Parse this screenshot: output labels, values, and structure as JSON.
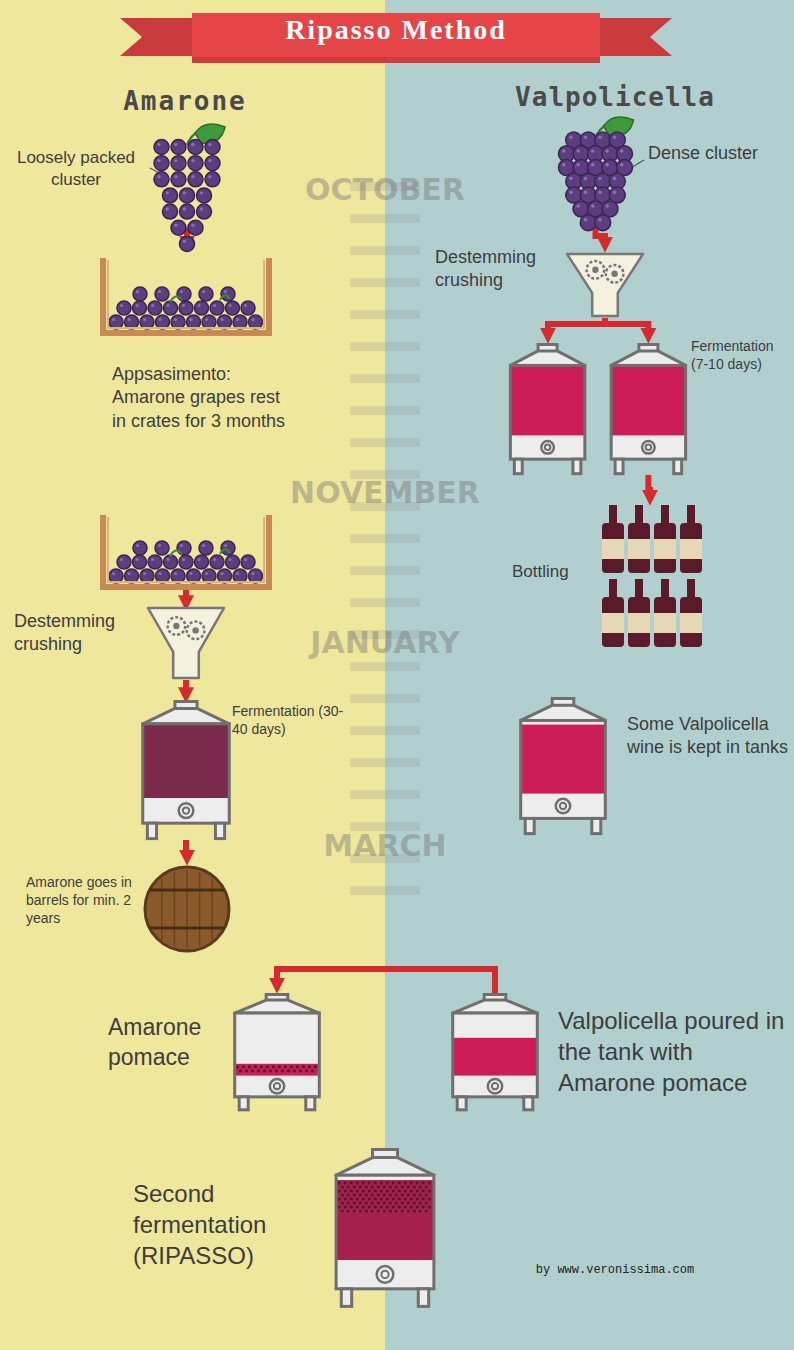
{
  "diagram": {
    "title": "Ripasso Method",
    "nodes": [
      {
        "text": [
          "Loosely packed cluster"
        ]
      },
      {
        "text": [
          "Appsasimento: Amarone grapes rest in crates for 3 months"
        ]
      },
      {
        "text": [
          "Destemming crushing"
        ]
      },
      {
        "text": [
          "Fermentation (30-40 days)"
        ]
      },
      {
        "text": [
          "Amarone goes in barrels for min. 2 years"
        ]
      },
      {
        "text": [
          "Amarone pomace"
        ]
      },
      {
        "text": [
          "Dense cluster"
        ]
      },
      {
        "text": [
          "Destemming crushing"
        ]
      },
      {
        "text": [
          "Fermentation (7-10 days)"
        ]
      },
      {
        "text": [
          "Bottling"
        ]
      },
      {
        "text": [
          "Some Valpolicella wine is kept in tanks"
        ]
      },
      {
        "text": [
          "Valpolicella poured in the tank with Amarone pomace"
        ]
      },
      {
        "text": [
          "Second fermentation (RIPASSO)"
        ]
      }
    ],
    "edges": [
      {
        "from": 1,
        "to": 2,
        "arrow": "to"
      },
      {
        "from": 2,
        "to": 3,
        "arrow": "to"
      },
      {
        "from": 3,
        "to": 4,
        "arrow": "to"
      },
      {
        "from": 6,
        "to": 7,
        "arrow": "to"
      },
      {
        "from": 7,
        "to": 8,
        "arrow": "to"
      },
      {
        "from": 8,
        "to": 9,
        "arrow": "to"
      },
      {
        "from": 11,
        "to": 5,
        "arrow": "to"
      }
    ],
    "labels": [
      "Amarone",
      "Valpolicella",
      "OCTOBER",
      "NOVEMBER",
      "JANUARY",
      "MARCH",
      "by www.veronissima.com"
    ]
  }
}
